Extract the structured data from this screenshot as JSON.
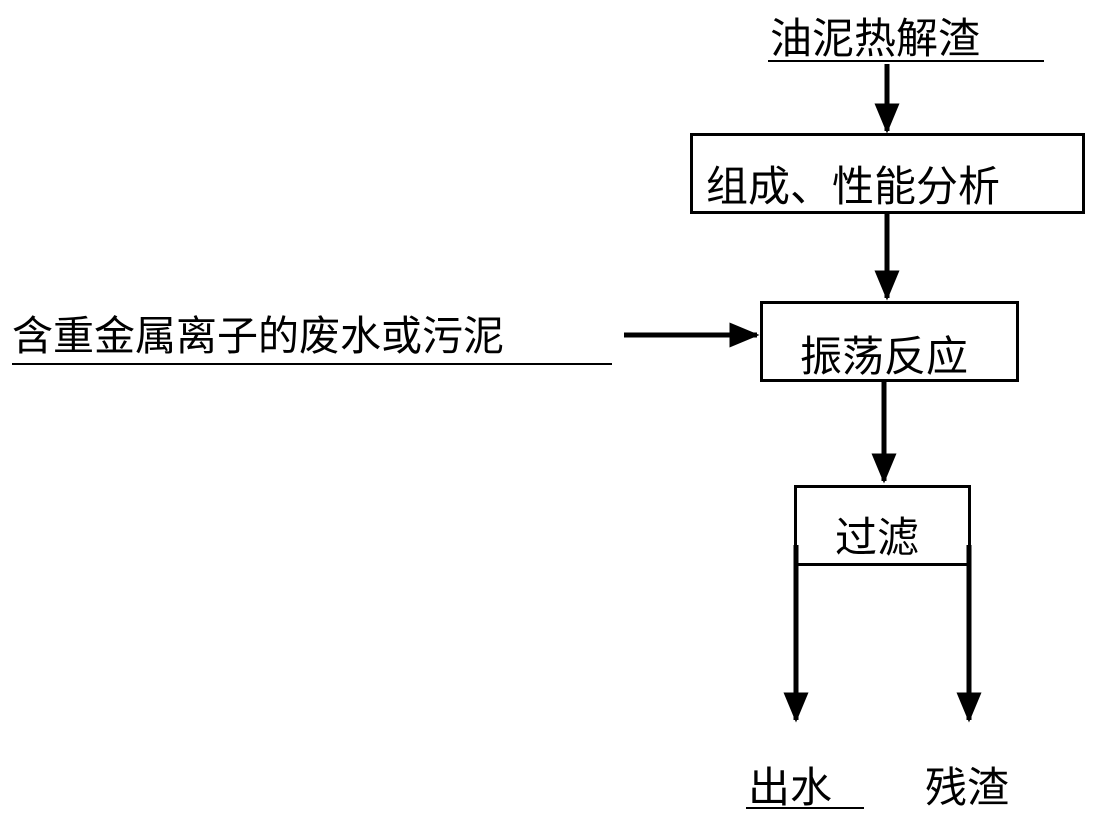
{
  "input_top": "油泥热解渣",
  "input_left": "含重金属离子的废水或污泥",
  "steps": {
    "analysis": "组成、性能分析",
    "shake": "振荡反应",
    "filter": "过滤"
  },
  "outputs": {
    "water": "出水",
    "residue": "残渣"
  }
}
